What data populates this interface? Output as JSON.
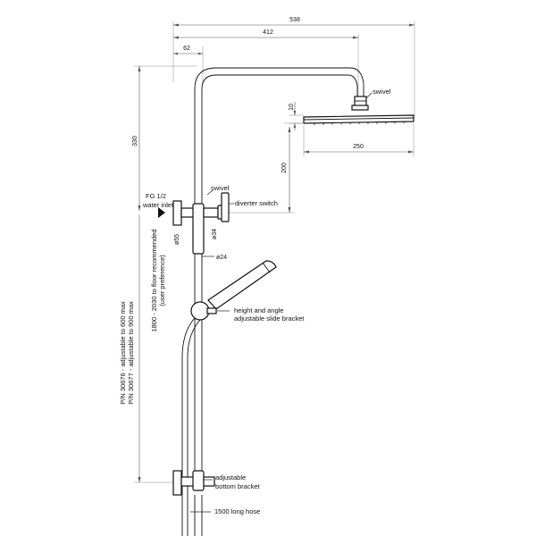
{
  "dimensions": {
    "overall_width": "538",
    "arm_length": "412",
    "offset": "62",
    "height_330": "330",
    "head_thickness": "10",
    "head_width": "250",
    "drop_200": "200",
    "rail_dia_outer": "ø55",
    "rail_dia_inner": "ø34",
    "rail_dia": "ø24"
  },
  "labels": {
    "swivel_top": "swivel",
    "swivel_mid": "swivel",
    "inlet_line1": "FG 1/2",
    "inlet_line2": "water inlet",
    "diverter": "diverter switch",
    "floor_line1": "1800 - 2030 to floor recommended",
    "floor_line2": "(user preference)",
    "pn_line1": "P/N 30676 - adjustable to 600 max",
    "pn_line2": "P/N 30677 - adjustable to 900 max",
    "bracket_line1": "height and angle",
    "bracket_line2": "adjustable slide bracket",
    "bottom_line1": "adjustable",
    "bottom_line2": "bottom bracket",
    "hose": "1500 long hose"
  }
}
